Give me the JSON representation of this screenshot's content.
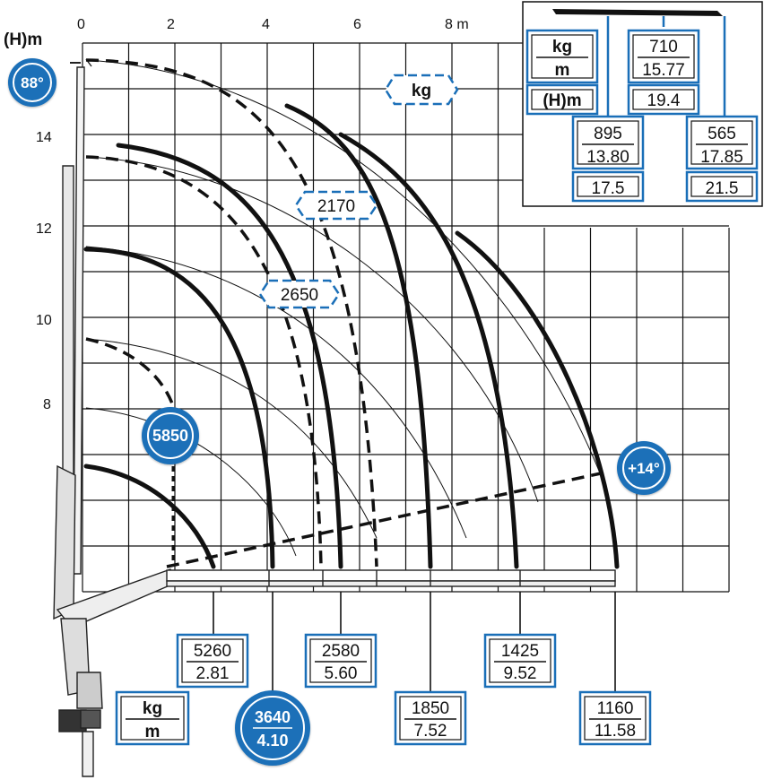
{
  "axes": {
    "y_title": "(H)m",
    "x_ticks": [
      "0",
      "2",
      "4",
      "6",
      "8 m"
    ],
    "y_ticks": [
      "8",
      "10",
      "12",
      "14"
    ]
  },
  "angles": {
    "max": "88°",
    "min": "+14°"
  },
  "kg_tag": "kg",
  "legend_main": {
    "top": "kg",
    "bottom": "m"
  },
  "inset": {
    "legend": {
      "top": "kg",
      "bottom": "m",
      "height_label": "(H)m"
    },
    "items": [
      {
        "load": "710",
        "reach": "15.77",
        "height": "19.4"
      },
      {
        "load": "895",
        "reach": "13.80",
        "height": "17.5"
      },
      {
        "load": "565",
        "reach": "17.85",
        "height": "21.5"
      }
    ]
  },
  "dashed_loads": [
    "2170",
    "2650"
  ],
  "reach_boxes": [
    {
      "load": "5850",
      "reach": "",
      "style": "circle"
    },
    {
      "load": "5260",
      "reach": "2.81",
      "style": "box"
    },
    {
      "load": "3640",
      "reach": "4.10",
      "style": "circle"
    },
    {
      "load": "2580",
      "reach": "5.60",
      "style": "box"
    },
    {
      "load": "1850",
      "reach": "7.52",
      "style": "box"
    },
    {
      "load": "1425",
      "reach": "9.52",
      "style": "box"
    },
    {
      "load": "1160",
      "reach": "11.58",
      "style": "box"
    }
  ],
  "colors": {
    "blue": "#1a6fb8",
    "dark_blue": "#0d5aa7",
    "grid": "#111111"
  }
}
